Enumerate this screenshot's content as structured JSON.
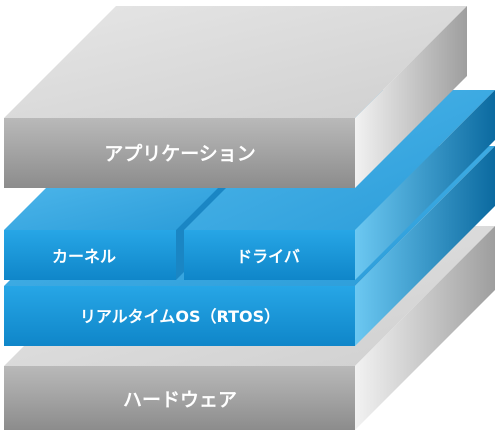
{
  "layers": {
    "application": {
      "label": "アプリケーション"
    },
    "kernel": {
      "label": "カーネル"
    },
    "driver": {
      "label": "ドライバ"
    },
    "rtos": {
      "label": "リアルタイムOS（RTOS）"
    },
    "hardware": {
      "label": "ハードウェア"
    }
  },
  "colors": {
    "gray_front": "#9a9a9a",
    "gray_top": "#d9d9d9",
    "gray_side": "#bdbdbd",
    "blue_front": "#1493d6",
    "blue_top": "#55b6e6",
    "blue_side": "#0c6fa6",
    "text": "#ffffff"
  }
}
